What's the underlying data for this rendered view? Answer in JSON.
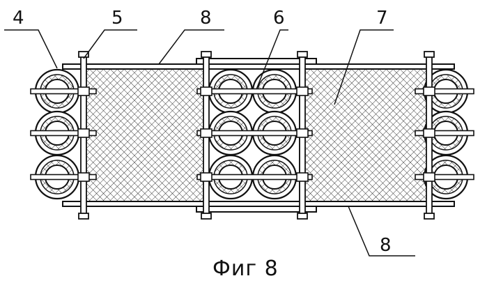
{
  "figure": {
    "caption": "Фиг 8",
    "callouts": [
      {
        "id": "label-4",
        "text": "4"
      },
      {
        "id": "label-5",
        "text": "5"
      },
      {
        "id": "label-8-top",
        "text": "8"
      },
      {
        "id": "label-6",
        "text": "6"
      },
      {
        "id": "label-7",
        "text": "7"
      },
      {
        "id": "label-8-bottom",
        "text": "8"
      }
    ],
    "colors": {
      "line": "#111111",
      "hatch": "#222222",
      "background": "#ffffff"
    }
  }
}
